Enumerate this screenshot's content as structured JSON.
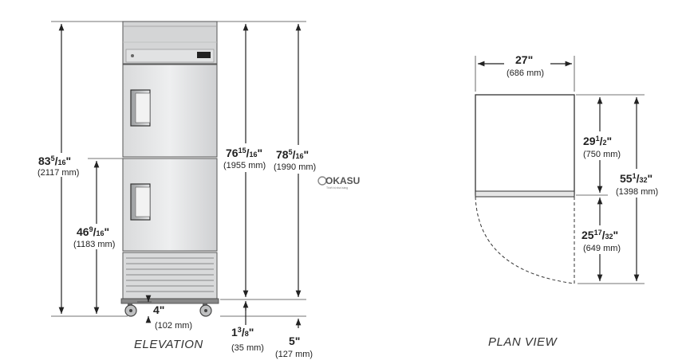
{
  "views": {
    "elevation_title": "ELEVATION",
    "plan_title": "PLAN VIEW"
  },
  "watermark": {
    "brand": "OKASU",
    "tagline": "Thiết bị nhà hàng"
  },
  "elevation": {
    "overall_height": {
      "whole": "83",
      "num": "5",
      "den": "16",
      "unit": "\"",
      "mm": "(2117 mm)"
    },
    "lower_door_height": {
      "whole": "46",
      "num": "9",
      "den": "16",
      "unit": "\"",
      "mm": "(1183 mm)"
    },
    "cabinet_height": {
      "whole": "76",
      "num": "15",
      "den": "16",
      "unit": "\"",
      "mm": "(1955 mm)"
    },
    "body_height": {
      "whole": "78",
      "num": "5",
      "den": "16",
      "unit": "\"",
      "mm": "(1990 mm)"
    },
    "caster_height": {
      "value": "4\"",
      "mm": "(102 mm)"
    },
    "base_gap": {
      "whole": "1",
      "num": "3",
      "den": "8",
      "unit": "\"",
      "mm": "(35 mm)"
    },
    "caster_offset": {
      "value": "5\"",
      "mm": "(127 mm)"
    }
  },
  "plan": {
    "width": {
      "value": "27\"",
      "mm": "(686 mm)"
    },
    "depth": {
      "whole": "29",
      "num": "1",
      "den": "2",
      "unit": "\"",
      "mm": "(750 mm)"
    },
    "door_swing": {
      "whole": "25",
      "num": "17",
      "den": "32",
      "unit": "\"",
      "mm": "(649 mm)"
    },
    "total_depth": {
      "whole": "55",
      "num": "1",
      "den": "32",
      "unit": "\"",
      "mm": "(1398 mm)"
    }
  }
}
